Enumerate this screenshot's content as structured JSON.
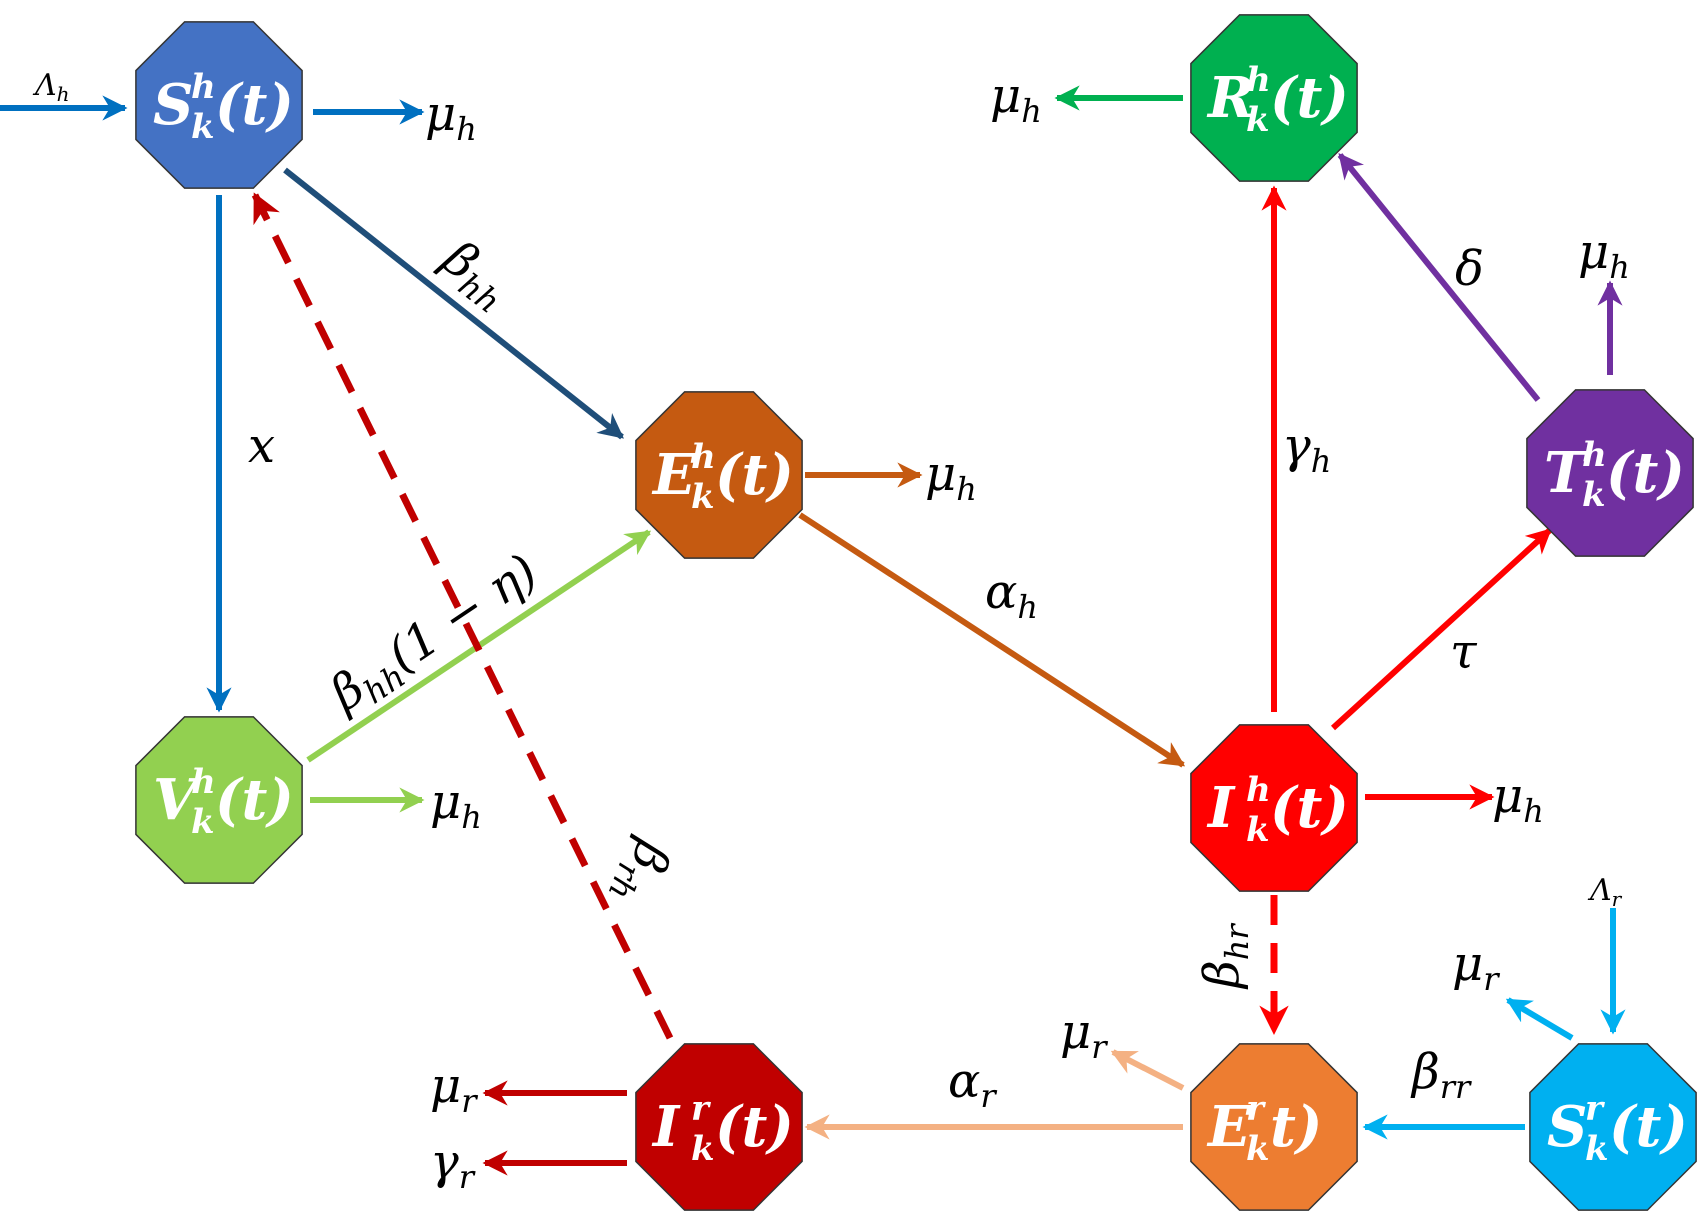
{
  "nodes": {
    "S_h": {
      "main": "S",
      "sup": "h",
      "sub": "k",
      "tail": "(t)",
      "color": "#4472c4"
    },
    "V_h": {
      "main": "V",
      "sup": "h",
      "sub": "k",
      "tail": "(t)",
      "color": "#92d050"
    },
    "E_h": {
      "main": "E",
      "sup": "h",
      "sub": "k",
      "tail": "(t)",
      "color": "#c55a11"
    },
    "I_h": {
      "main": "I",
      "sup": "h",
      "sub": "k",
      "tail": "(t)",
      "color": "#ff0000"
    },
    "R_h": {
      "main": "R",
      "sup": "h",
      "sub": "k",
      "tail": "(t)",
      "color": "#00b050"
    },
    "T_h": {
      "main": "T",
      "sup": "h",
      "sub": "k",
      "tail": "(t)",
      "color": "#7030a0"
    },
    "S_r": {
      "main": "S",
      "sup": "r",
      "sub": "k",
      "tail": "(t)",
      "color": "#00b0f0"
    },
    "E_r": {
      "main": "E",
      "sup": "r",
      "sub": "k",
      "tail": "t)",
      "color": "#ed7d31"
    },
    "I_r": {
      "main": "I",
      "sup": "r",
      "sub": "k",
      "tail": "(t)",
      "color": "#c00000"
    }
  },
  "labels": {
    "lambda_h": {
      "main": "Λ",
      "sub": "h"
    },
    "lambda_r": {
      "main": "Λ",
      "sub": "r"
    },
    "mu_h": {
      "main": "μ",
      "sub": "h"
    },
    "mu_r": {
      "main": "μ",
      "sub": "r"
    },
    "x": {
      "main": "x"
    },
    "beta_hh": {
      "main": "β",
      "sub": "hh"
    },
    "beta_vacc": {
      "main": "β",
      "sub": "hh",
      "tail": "(1 − η)"
    },
    "beta_rh": {
      "main": "β",
      "sub": "rh"
    },
    "beta_hr": {
      "main": "β",
      "sub": "hr"
    },
    "beta_rr": {
      "main": "β",
      "sub": "rr"
    },
    "alpha_h": {
      "main": "α",
      "sub": "h"
    },
    "alpha_r": {
      "main": "α",
      "sub": "r"
    },
    "gamma_h": {
      "main": "γ",
      "sub": "h"
    },
    "gamma_r": {
      "main": "γ",
      "sub": "r"
    },
    "delta": {
      "main": "δ"
    },
    "tau": {
      "main": "τ"
    }
  },
  "edge_colors": {
    "s_h": "#0070c0",
    "beta_hh": "#1f4e79",
    "v_h": "#92d050",
    "e_h": "#c55a11",
    "i_h": "#ff0000",
    "r_h": "#00b050",
    "t_h": "#7030a0",
    "s_r": "#00b0f0",
    "e_r": "#f4b183",
    "i_r": "#c00000"
  }
}
